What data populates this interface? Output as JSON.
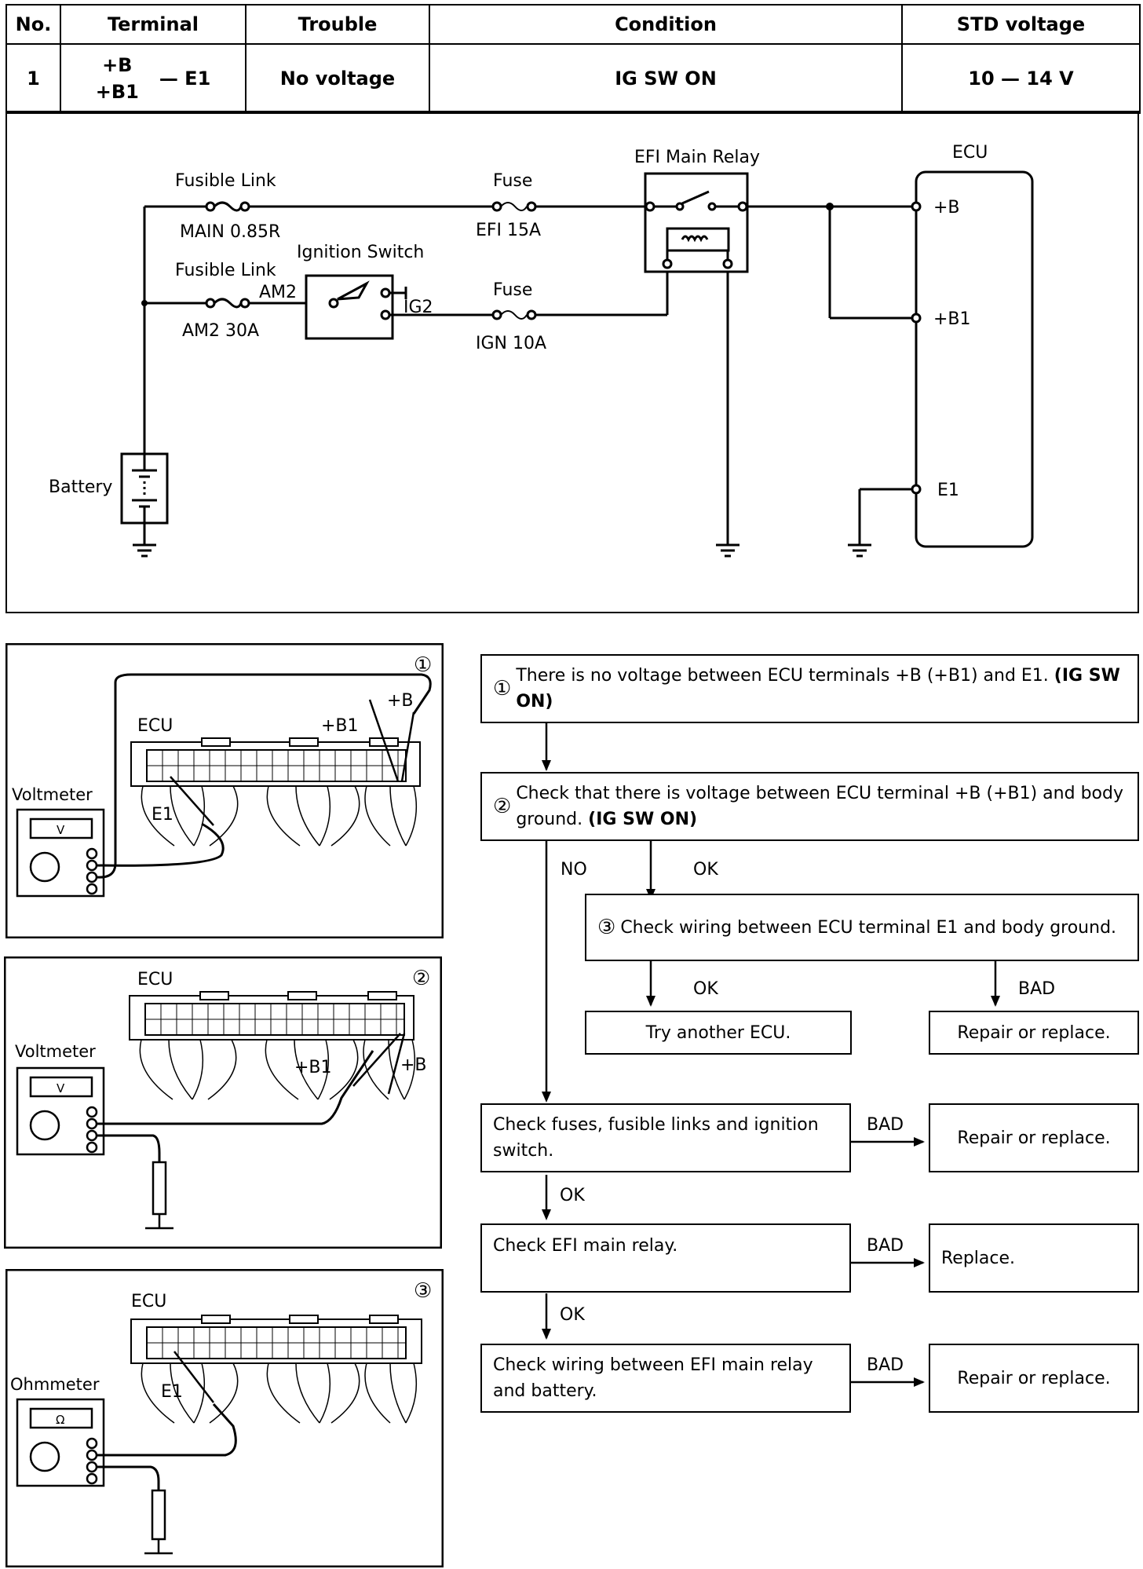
{
  "table": {
    "headers": [
      "No.",
      "Terminal",
      "Trouble",
      "Condition",
      "STD voltage"
    ],
    "row": {
      "no": "1",
      "terminal_top": "+B",
      "terminal_bottom": "+B1",
      "terminal_right": "— E1",
      "trouble": "No voltage",
      "condition": "IG SW ON",
      "std_voltage": "10 — 14 V"
    }
  },
  "circuit": {
    "fusible_link_1": "Fusible Link",
    "main_label": "MAIN 0.85R",
    "fuse_1": "Fuse",
    "efi_fuse": "EFI 15A",
    "efi_main_relay": "EFI Main Relay",
    "ecu": "ECU",
    "fusible_link_2": "Fusible Link",
    "ignition_switch": "Ignition Switch",
    "am2": "AM2",
    "ig2": "IG2",
    "am2_30a": "AM2 30A",
    "fuse_2": "Fuse",
    "ign_fuse": "IGN 10A",
    "battery": "Battery",
    "term_b": "+B",
    "term_b1": "+B1",
    "term_e1": "E1"
  },
  "panels": [
    {
      "num": "①",
      "ecu": "ECU",
      "meter": "Voltmeter",
      "display": "V",
      "probe1": "+B1",
      "probe2": "+B",
      "probe3": "E1"
    },
    {
      "num": "②",
      "ecu": "ECU",
      "meter": "Voltmeter",
      "display": "V",
      "probe1": "+B1",
      "probe2": "+B"
    },
    {
      "num": "③",
      "ecu": "ECU",
      "meter": "Ohmmeter",
      "display": "Ω",
      "probe1": "E1"
    }
  ],
  "flow": {
    "step1_num": "①",
    "step1_text": "There is no voltage between ECU terminals +B (+B1) and E1.",
    "step1_bold": "(IG SW ON)",
    "step2_num": "②",
    "step2_text": "Check that there is voltage between ECU terminal +B (+B1) and body ground.",
    "step2_bold": "(IG SW ON)",
    "no": "NO",
    "ok": "OK",
    "step3_num": "③",
    "step3_text": "Check wiring between ECU terminal E1 and body ground.",
    "ok2": "OK",
    "bad": "BAD",
    "try_ecu": "Try another ECU.",
    "repair1": "Repair or replace.",
    "check_fuses": "Check fuses, fusible links and ignition switch.",
    "bad2": "BAD",
    "repair2": "Repair or replace.",
    "ok3": "OK",
    "check_relay": "Check EFI main relay.",
    "bad3": "BAD",
    "replace": "Replace.",
    "ok4": "OK",
    "check_wiring": "Check wiring between EFI main relay and battery.",
    "bad4": "BAD",
    "repair3": "Repair or replace."
  }
}
